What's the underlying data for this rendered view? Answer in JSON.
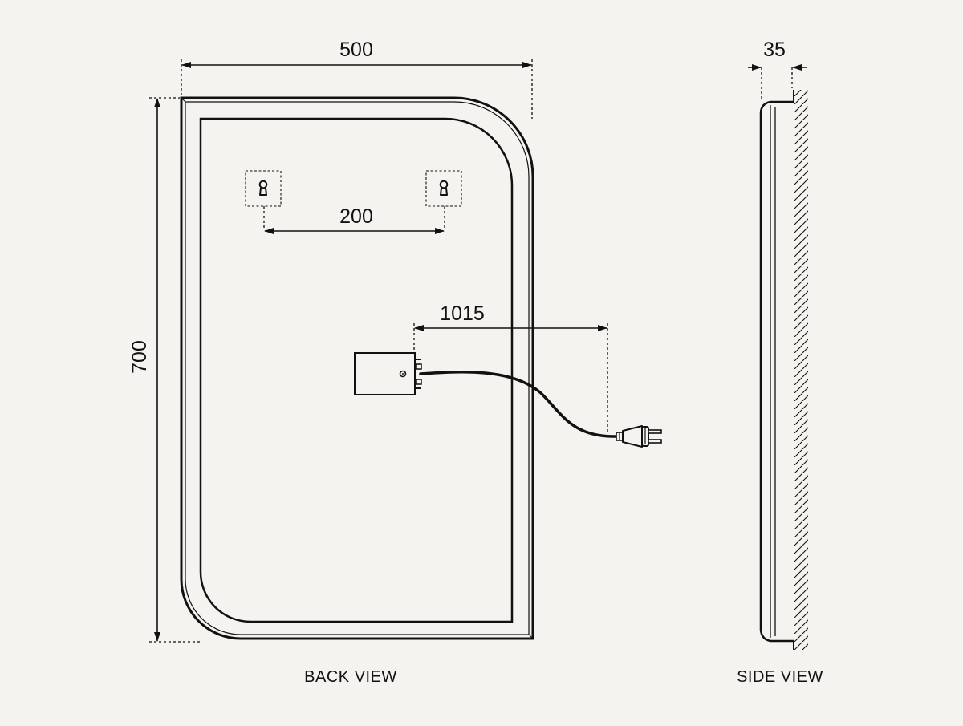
{
  "dimensions": {
    "width": "500",
    "height": "700",
    "bracket_spacing": "200",
    "cable_length": "1015",
    "depth": "35"
  },
  "views": {
    "back": "BACK VIEW",
    "side": "SIDE VIEW"
  },
  "colors": {
    "background": "#f4f3ef",
    "line": "#111111"
  }
}
